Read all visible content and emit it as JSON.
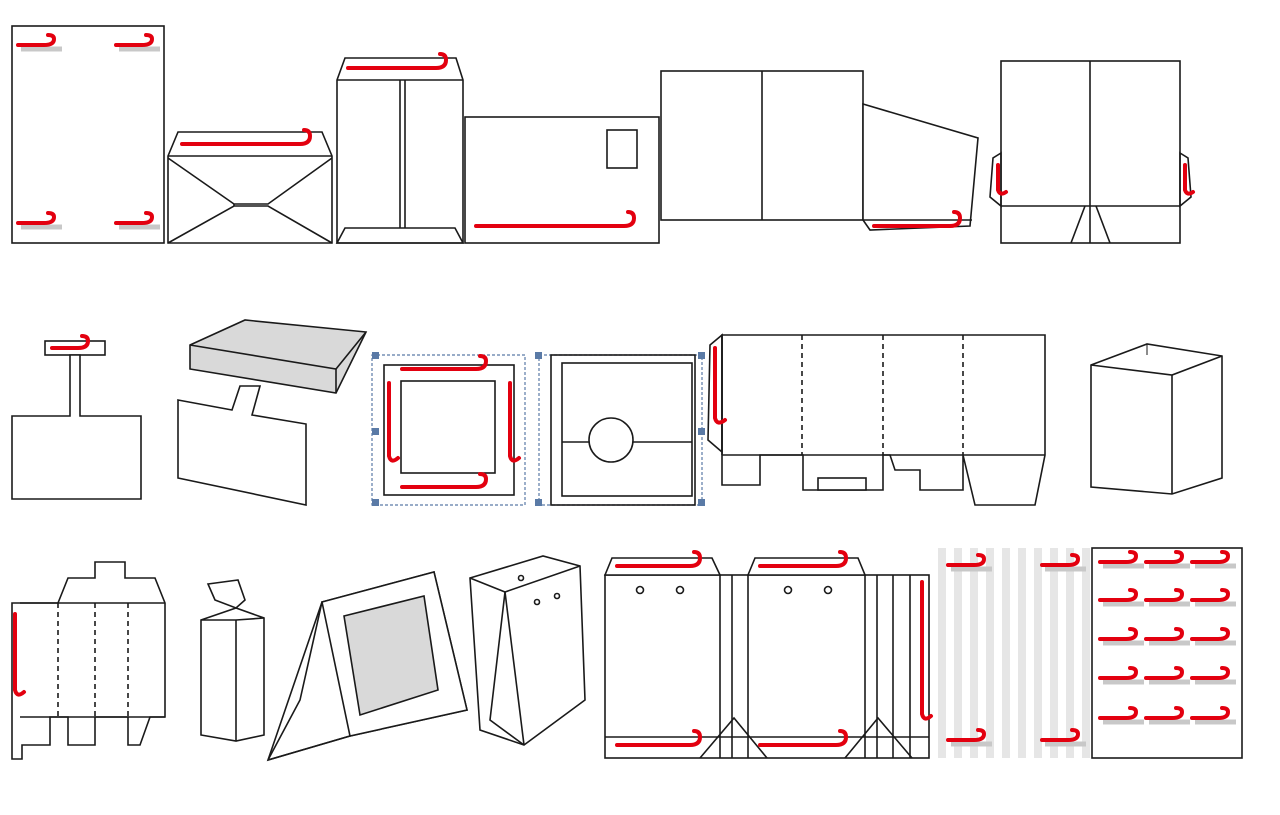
{
  "figure": {
    "title": "",
    "description_visible_text": ""
  },
  "style": {
    "line_color": "#1a1a1a",
    "tape_color": "#e3000f",
    "tape_shadow_color": "#c8c8c8",
    "fill_grey": "#d9d9d9",
    "selection_color": "#5a7aa6"
  },
  "icons": {
    "tape_hook": "adhesive-tape-hook-icon"
  },
  "rows": [
    {
      "name": "row-1",
      "items": [
        "flat-sheet",
        "diamond-flap-envelope",
        "gusset-envelope",
        "window-envelope",
        "folder-with-flap",
        "pocket-folder"
      ]
    },
    {
      "name": "row-2",
      "items": [
        "hang-tab-card",
        "lid-box-with-card",
        "square-cd-sleeve-front",
        "square-cd-sleeve-back",
        "die-cut-display-carton",
        "open-top-box"
      ]
    },
    {
      "name": "row-3",
      "items": [
        "tuck-end-carton-flat",
        "tuck-end-carton-3d",
        "tent-photo-frame",
        "paper-bag-3d",
        "paper-bag-flat",
        "striped-sheet-layout",
        "label-sheet-grid"
      ]
    }
  ]
}
